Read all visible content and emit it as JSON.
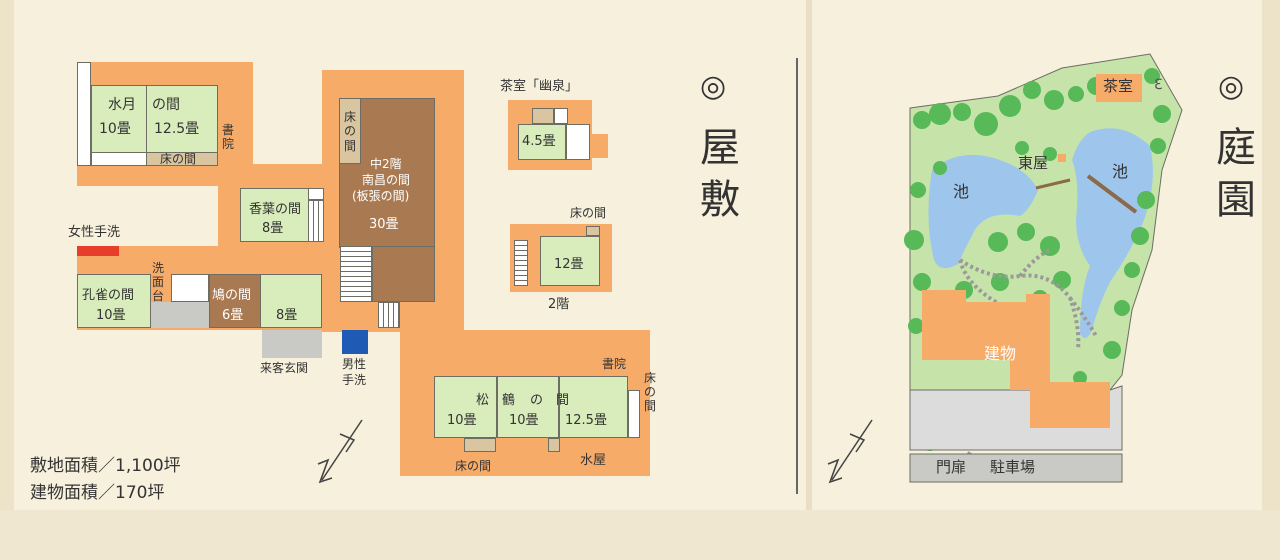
{
  "sections": {
    "yashiki": {
      "circle": "◎",
      "title_1": "屋",
      "title_2": "敷"
    },
    "teien": {
      "circle": "◎",
      "title_1": "庭",
      "title_2": "園"
    }
  },
  "rooms": {
    "suigetsu_name_a": "水月",
    "suigetsu_name_b": "の間",
    "suigetsu_size_a": "10畳",
    "suigetsu_size_b": "12.5畳",
    "suigetsu_tokonoma": "床の間",
    "shoin_left": "書院",
    "kouyou_name": "香葉の間",
    "kouyou_size": "8畳",
    "nanshou_tokonoma": "床の間",
    "nanshou_line1": "中2階",
    "nanshou_line2": "南昌の間",
    "nanshou_line3": "(板張の間)",
    "nanshou_size": "30畳",
    "kujaku_name": "孔雀の間",
    "kujaku_size": "10畳",
    "senmen": "洗",
    "senmen_2": "面",
    "senmen_3": "台",
    "hato_name": "鳩の間",
    "hato_size": "6畳",
    "extra_size": "8畳",
    "raikyaku": "来客玄関",
    "josei": "女性手洗",
    "dansei_1": "男性",
    "dansei_2": "手洗",
    "chashitsu_title": "茶室「幽泉」",
    "chashitsu_size": "4.5畳",
    "nikai_tokonoma": "床の間",
    "nikai_size": "12畳",
    "nikai_label": "2階",
    "shoin_right": "書院",
    "shoukaku_m1": "松",
    "shoukaku_m2": "鶴",
    "shoukaku_m3": "の",
    "shoukaku_m4": "間",
    "shoukaku_s1": "10畳",
    "shoukaku_s2": "10畳",
    "shoukaku_s3": "12.5畳",
    "shoukaku_tokonoma_right": "床の間",
    "shoukaku_tokonoma_bottom": "床の間",
    "mizuya": "水屋"
  },
  "areas": {
    "site": "敷地面積／1,100坪",
    "building": "建物面積／170坪"
  },
  "garden": {
    "chashitsu": "茶室",
    "azumaya": "東屋",
    "pond_1": "池",
    "pond_2": "池",
    "building": "建物",
    "gate": "門扉",
    "parking": "駐車場"
  },
  "colors": {
    "corridor": "#f7ab69",
    "room": "#d9ecbb",
    "wood_room": "#a97a52",
    "grass": "#c6e3a9",
    "tree": "#57b957",
    "pond": "#9ec6ec",
    "paving": "#dcdcdc",
    "women_restroom": "#e83d2b",
    "men_restroom": "#1f5bb5"
  },
  "icons": {
    "north_arrow": "north-arrow-icon",
    "spring_mark": "spiral-icon"
  }
}
